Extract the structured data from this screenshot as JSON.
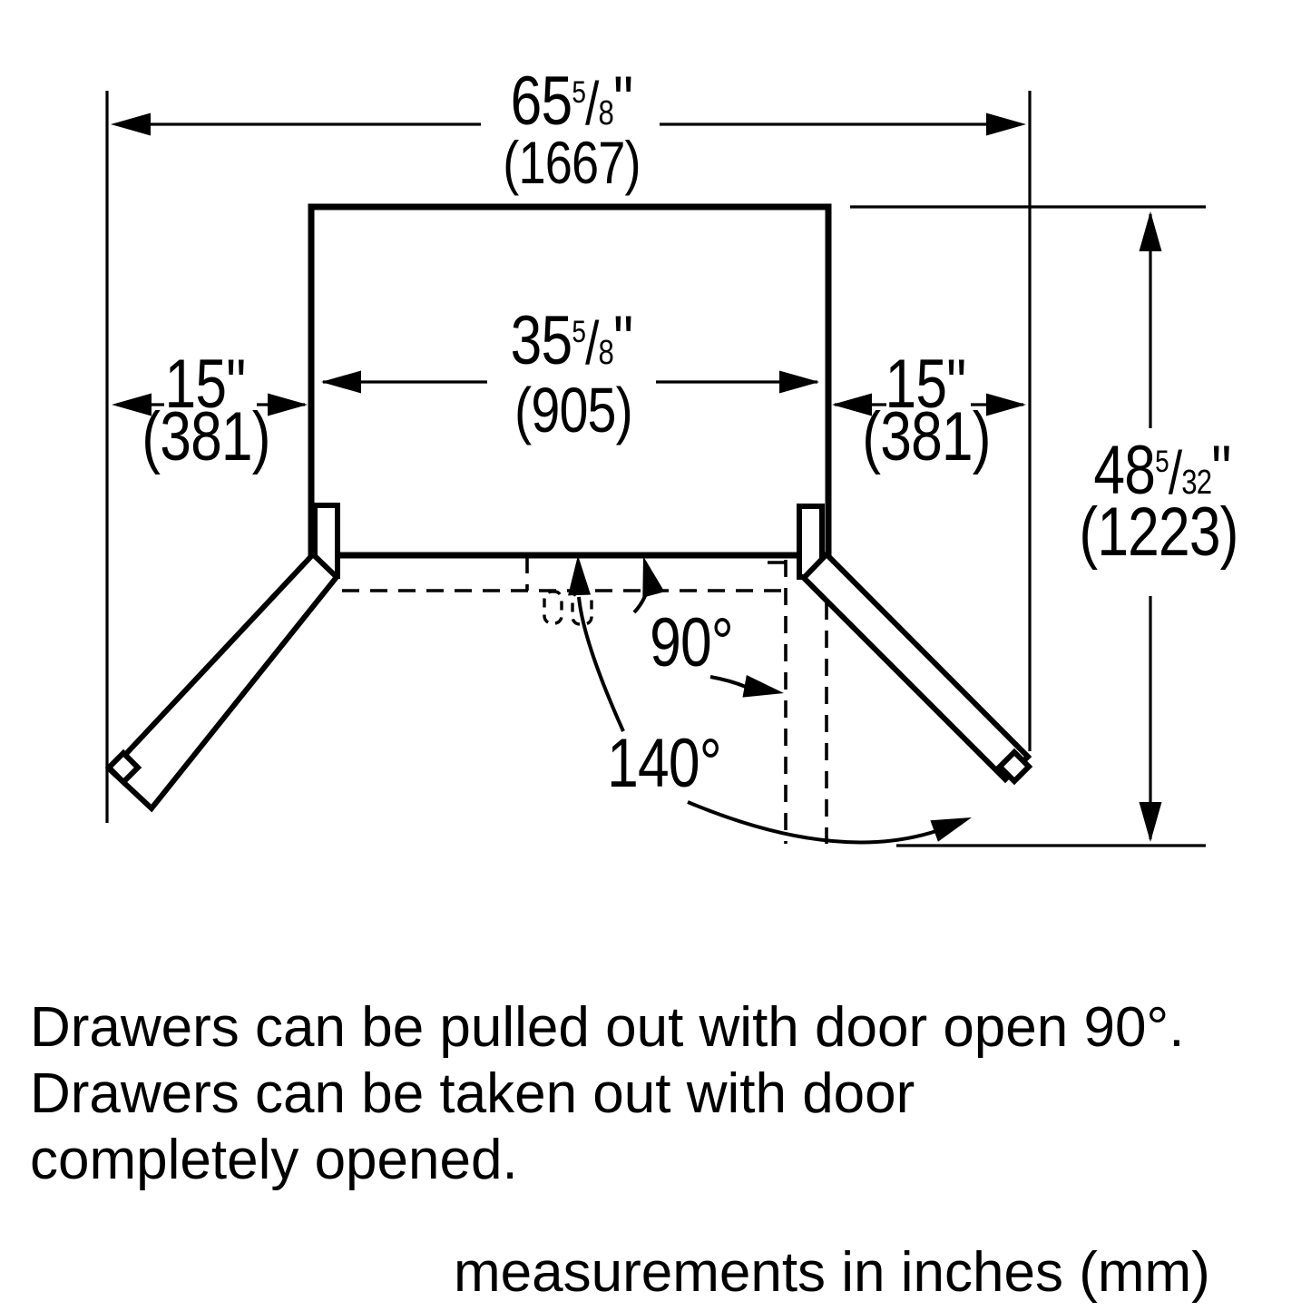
{
  "dims": {
    "total_width": {
      "whole": "65",
      "num": "5",
      "slash": "/",
      "den": "8",
      "unit": "\"",
      "mm": "(1667)"
    },
    "cabinet_width": {
      "whole": "35",
      "num": "5",
      "slash": "/",
      "den": "8",
      "unit": "\"",
      "mm": "(905)"
    },
    "left_door": {
      "in": "15\"",
      "mm": "(381)"
    },
    "right_door": {
      "in": "15\"",
      "mm": "(381)"
    },
    "depth": {
      "whole": "48",
      "num": "5",
      "slash": "/",
      "den": "32",
      "unit": "\"",
      "mm": "(1223)"
    },
    "angle_90": "90°",
    "angle_140": "140°"
  },
  "notes": {
    "line1": "Drawers can be pulled out with door open 90°.",
    "line2": "Drawers can be taken out with door",
    "line3": "completely opened."
  },
  "footer": "measurements in inches (mm)",
  "colors": {
    "line": "#000000",
    "background": "#ffffff"
  }
}
